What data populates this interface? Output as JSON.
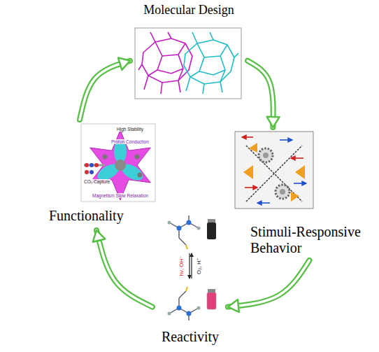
{
  "diagram": {
    "nodes": [
      {
        "text": [
          "Molecular Design"
        ]
      },
      {
        "text": [
          "Stimuli-Responsive Behavior"
        ]
      },
      {
        "text": [
          "Reactivity"
        ]
      },
      {
        "text": [
          "Functionality"
        ]
      }
    ],
    "edges": [
      {
        "from": 0,
        "to": 1,
        "arrow": "to"
      },
      {
        "from": 1,
        "to": 2,
        "arrow": "to"
      },
      {
        "from": 2,
        "to": 3,
        "arrow": "to"
      },
      {
        "from": 3,
        "to": 0,
        "arrow": "to"
      }
    ],
    "labels": [
      "High Stability",
      "Proton Conduction",
      "CO₂ Capture",
      "Magnetism Slow Relaxation",
      "hν, OH⁻",
      "O₂, H⁺"
    ]
  }
}
